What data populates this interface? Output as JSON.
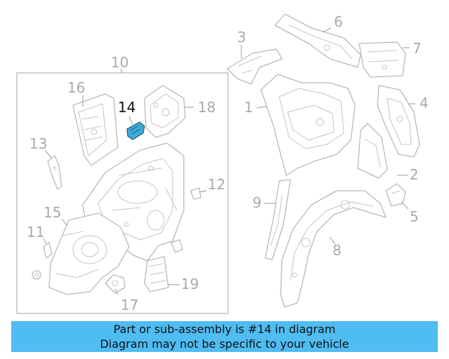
{
  "diagram": {
    "callouts": [
      "10",
      "16",
      "14",
      "18",
      "13",
      "15",
      "11",
      "12",
      "17",
      "19",
      "3",
      "6",
      "7",
      "1",
      "4",
      "2",
      "5",
      "9",
      "8"
    ],
    "highlighted_part": "14",
    "highlight_color": "#3fa9d6",
    "line_color": "#b9b9b9"
  },
  "banner": {
    "line1": "Part or sub-assembly is #14 in diagram",
    "line2": "Diagram may not be specific to your vehicle",
    "background": "#4fbcf2"
  }
}
